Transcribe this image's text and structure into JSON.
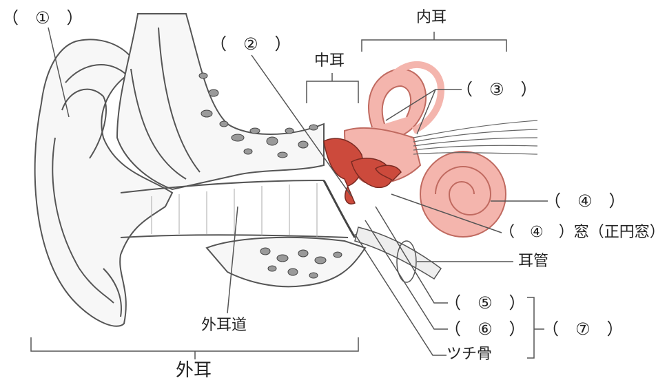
{
  "labels": {
    "blank1": "（　①　）",
    "blank2": "（　②　）",
    "blank3": "（　③　）",
    "blank4": "（　④　）",
    "blank4_window": "（　④　）窓（正円窓）",
    "blank5": "（　⑤　）",
    "blank6": "（　⑥　）",
    "blank7": "（　⑦　）",
    "outer_ear": "外耳",
    "middle_ear": "中耳",
    "inner_ear": "内耳",
    "ear_canal": "外耳道",
    "eustachian_tube": "耳管",
    "malleus": "ツチ骨"
  },
  "colors": {
    "line": "#555555",
    "ossicles": "#cc4a3c",
    "inner_ear_fill": "#f4b5ad",
    "inner_ear_stroke": "#c06a60",
    "bone_fill": "#f7f7f7"
  }
}
